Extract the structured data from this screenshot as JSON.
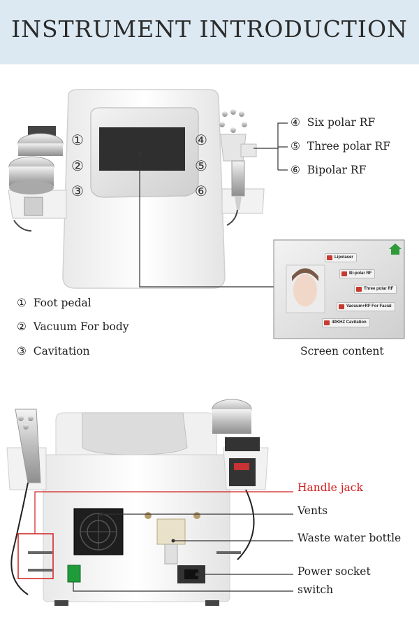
{
  "header": {
    "title": "INSTRUMENT INTRODUCTION"
  },
  "front": {
    "machine_markers": [
      "①",
      "②",
      "③",
      "④",
      "⑤",
      "⑥"
    ],
    "right_labels": [
      {
        "num": "④",
        "text": "Six polar RF"
      },
      {
        "num": "⑤",
        "text": "Three polar RF"
      },
      {
        "num": "⑥",
        "text": "Bipolar RF"
      }
    ],
    "left_labels": [
      {
        "num": "①",
        "text": "Foot pedal"
      },
      {
        "num": "②",
        "text": "Vacuum For body"
      },
      {
        "num": "③",
        "text": "Cavitation"
      }
    ]
  },
  "screen": {
    "buttons": [
      "Lipolaser",
      "Bi-polar RF",
      "Three polar RF",
      "Vacuum+RF For Facial",
      "40KHZ Cavitation"
    ],
    "caption": "Screen content",
    "home_icon": "home-icon"
  },
  "back": {
    "labels": [
      {
        "key": "handle_jack",
        "text": "Handle jack"
      },
      {
        "key": "vents",
        "text": "Vents"
      },
      {
        "key": "waste",
        "text": "Waste water bottle"
      },
      {
        "key": "power",
        "text": "Power socket"
      },
      {
        "key": "switch",
        "text": "switch"
      }
    ],
    "accent_color": "#d21e1e"
  }
}
